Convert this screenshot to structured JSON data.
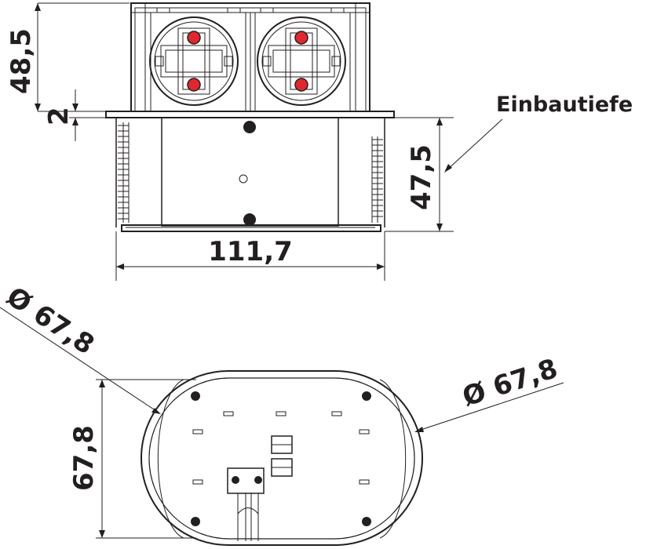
{
  "drawing": {
    "label_einbautiefe": "Einbautiefe",
    "dim_height_top": "48,5",
    "dim_flange": "2",
    "dim_depth": "47,5",
    "dim_width": "111,7",
    "dim_dia_left": "Ø 67,8",
    "dim_dia_right": "Ø 67,8",
    "dim_height_bottom": "67,8"
  },
  "colors": {
    "line": "#231f20",
    "socket_pin": "#e0262f",
    "background": "#ffffff"
  }
}
